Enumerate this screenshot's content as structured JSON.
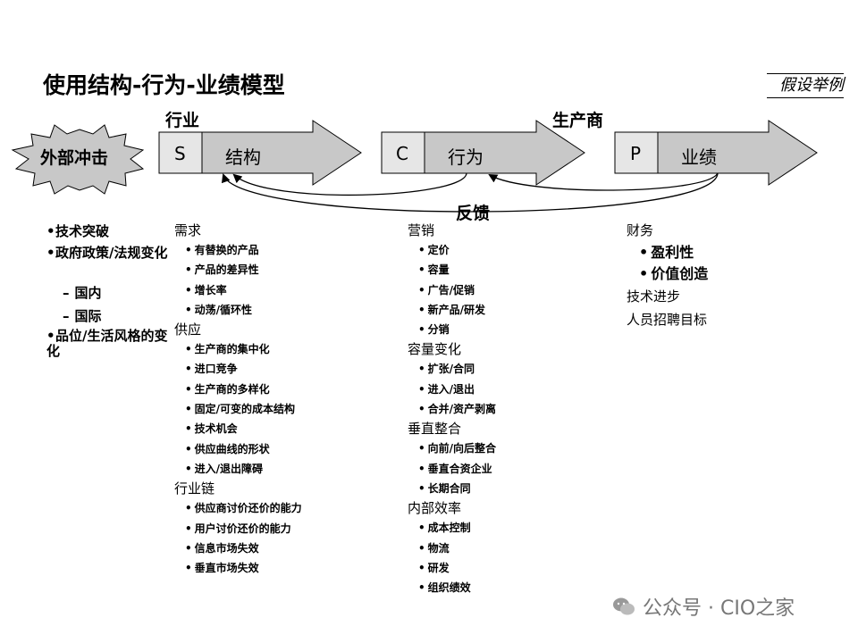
{
  "title": "使用结构-行为-业绩模型",
  "stamp": "假设举例",
  "labels": {
    "industry": "行业",
    "producer": "生产商",
    "feedback": "反馈",
    "shock": "外部冲击"
  },
  "arrows": [
    {
      "code": "S",
      "name": "结构"
    },
    {
      "code": "C",
      "name": "行为"
    },
    {
      "code": "P",
      "name": "业绩"
    }
  ],
  "shock_list": {
    "items": [
      "技术突破",
      "政府政策/法规变化",
      "国内",
      "国际",
      "品位/生活风格的变化"
    ]
  },
  "structure_col": {
    "demand": {
      "heading": "需求",
      "items": [
        "有替换的产品",
        "产品的差异性",
        "增长率",
        "动荡/循环性"
      ]
    },
    "supply": {
      "heading": "供应",
      "items": [
        "生产商的集中化",
        "进口竞争",
        "生产商的多样化",
        "固定/可变的成本结构",
        "技术机会",
        "供应曲线的形状",
        "进入/退出障碍"
      ]
    },
    "chain": {
      "heading": "行业链",
      "items": [
        "供应商讨价还价的能力",
        "用户讨价还价的能力",
        "信息市场失效",
        "垂直市场失效"
      ]
    }
  },
  "conduct_col": {
    "marketing": {
      "heading": "营销",
      "items": [
        "定价",
        "容量",
        "广告/促销",
        "新产品/研发",
        "分销"
      ]
    },
    "capacity": {
      "heading": "容量变化",
      "items": [
        "扩张/合同",
        "进入/退出",
        "合并/资产剥离"
      ]
    },
    "vertical": {
      "heading": "垂直整合",
      "items": [
        "向前/向后整合",
        "垂直合资企业",
        "长期合同"
      ]
    },
    "efficiency": {
      "heading": "内部效率",
      "items": [
        "成本控制",
        "物流",
        "研发",
        "组织绩效"
      ]
    }
  },
  "performance_col": {
    "finance": "财务",
    "items": [
      "盈利性",
      "价值创造"
    ],
    "tech": "技术进步",
    "hiring": "人员招聘目标"
  },
  "watermark": "公众号 · CIO之家",
  "colors": {
    "arrow_fill": "#c8c8c8",
    "code_fill": "#e6e6e6",
    "stroke": "#000000"
  }
}
